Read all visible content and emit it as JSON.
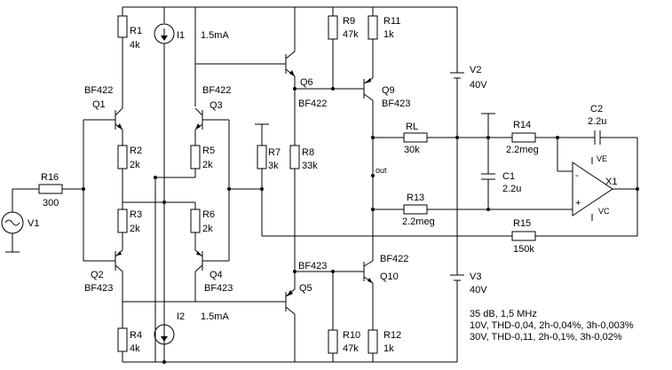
{
  "labels": {
    "R1": "R1",
    "R1v": "4k",
    "I1": "I1",
    "I1v": "1.5mA",
    "Q1t": "BF422",
    "Q1": "Q1",
    "Q3t": "BF422",
    "Q3": "Q3",
    "R2": "R2",
    "R2v": "2k",
    "R5": "R5",
    "R5v": "2k",
    "R3": "R3",
    "R3v": "2k",
    "R6": "R6",
    "R6v": "2k",
    "Q2": "Q2",
    "Q2t": "BF423",
    "Q4": "Q4",
    "Q4t": "BF423",
    "R4": "R4",
    "R4v": "4k",
    "I2": "I2",
    "I2v": "1.5mA",
    "R16": "R16",
    "R16v": "300",
    "V1": "V1",
    "Q6": "Q6",
    "Q6t": "BF422",
    "Q5": "Q5",
    "Q5t": "BF423",
    "R7": "R7",
    "R7v": "3k",
    "R8": "R8",
    "R8v": "33k",
    "R9": "R9",
    "R9v": "47k",
    "R11": "R11",
    "R11v": "1k",
    "Q9": "Q9",
    "Q9t": "BF423",
    "Q10": "Q10",
    "Q10t": "BF422",
    "R10": "R10",
    "R10v": "47k",
    "R12": "R12",
    "R12v": "1k",
    "RL": "RL",
    "RLv": "30k",
    "out": "out",
    "R13": "R13",
    "R13v": "2.2meg",
    "V2": "V2",
    "V2v": "40V",
    "V3": "V3",
    "V3v": "40V",
    "C1": "C1",
    "C1v": "2.2u",
    "C2": "C2",
    "C2v": "2.2u",
    "R14": "R14",
    "R14v": "2.2meg",
    "R15": "R15",
    "R15v": "150k",
    "X1": "X1",
    "VE": "VE",
    "VC": "VC",
    "minus": "-",
    "plus": "+"
  },
  "notes": [
    "35 dB, 1,5 MHz",
    "10V, THD-0,04, 2h-0,04%, 3h-0,003%",
    "30V, THD-0,11, 2h-0,1%, 3h-0,02%"
  ]
}
